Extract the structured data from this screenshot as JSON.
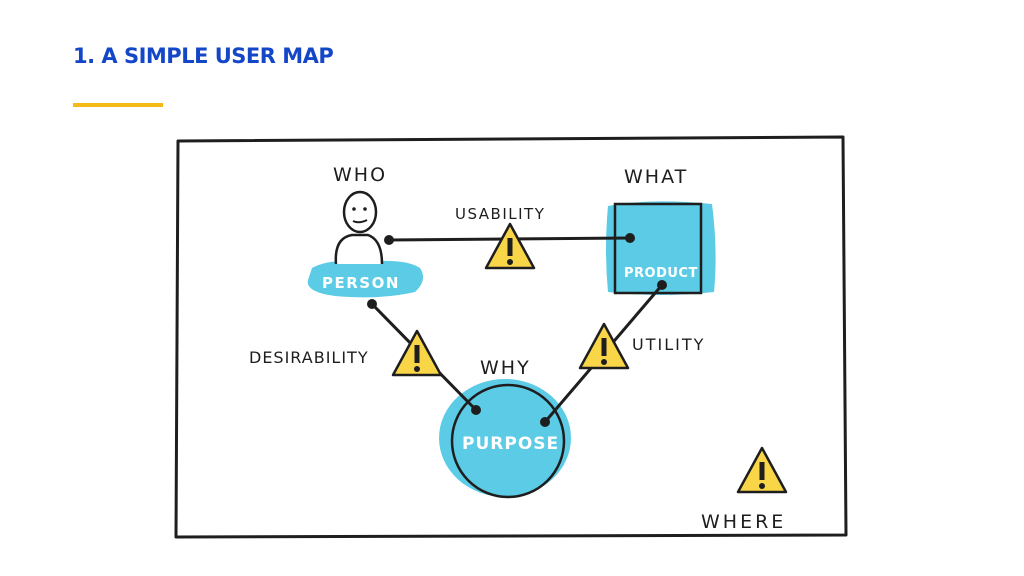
{
  "slide": {
    "title": "1. A SIMPLE USER MAP",
    "accent_color": "#f5b91a",
    "title_color": "#1446c8"
  },
  "diagram": {
    "fill_color": "#5ccbe6",
    "warning_color": "#f9d648",
    "labels": {
      "who": "WHO",
      "what": "WHAT",
      "why": "WHY",
      "where": "WHERE",
      "usability": "USABILITY",
      "desirability": "DESIRABILITY",
      "utility": "UTILITY"
    },
    "nodes": {
      "person": "PERSON",
      "product": "PRODUCT",
      "purpose": "PURPOSE"
    },
    "icons": [
      "person-icon",
      "warning-icon"
    ]
  }
}
